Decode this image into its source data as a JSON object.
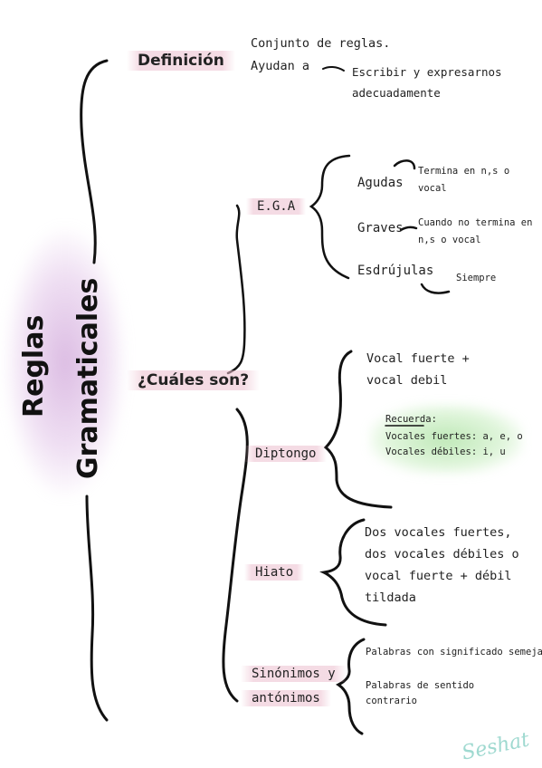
{
  "title": {
    "line1": "Reglas",
    "line2": "Gramaticales"
  },
  "definicion": {
    "label": "Definición",
    "line1": "Conjunto de reglas.",
    "line2": "Ayudan a",
    "result1": "Escribir y expresarnos",
    "result2": "adecuadamente"
  },
  "cuales": {
    "label": "¿Cuáles son?",
    "ega": {
      "label": "E.G.A",
      "agudas": {
        "label": "Agudas",
        "desc1": "Termina en n,s o",
        "desc2": "vocal"
      },
      "graves": {
        "label": "Graves",
        "desc1": "Cuando no termina en",
        "desc2": "n,s o vocal"
      },
      "esdrujulas": {
        "label": "Esdrújulas",
        "desc": "Siempre"
      }
    },
    "diptongo": {
      "label": "Diptongo",
      "line1": "Vocal fuerte +",
      "line2": "vocal debil",
      "recuerda": "Recuerda:",
      "fuertes": "Vocales fuertes: a, e, o",
      "debiles": "Vocales débiles: i, u"
    },
    "hiato": {
      "label": "Hiato",
      "line1": "Dos vocales fuertes,",
      "line2": "dos vocales débiles o",
      "line3": "vocal fuerte + débil",
      "line4": "tildada"
    },
    "sinonimos": {
      "label1": "Sinónimos y",
      "label2": "antónimos",
      "desc1": "Palabras con significado semejante",
      "desc2a": "Palabras de sentido",
      "desc2b": "contrario"
    }
  },
  "signature": "Seshat"
}
